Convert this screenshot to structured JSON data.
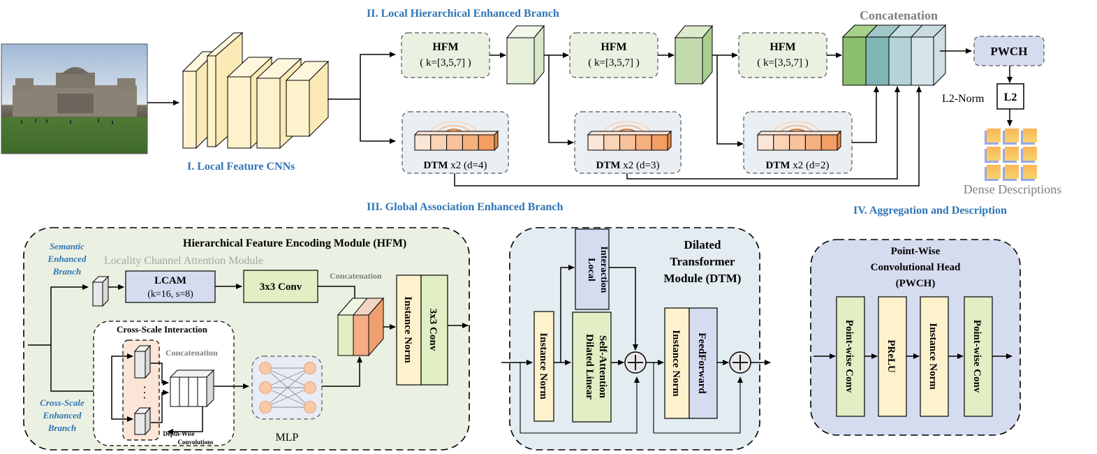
{
  "sections": {
    "local_cnns": "I.  Local Feature CNNs",
    "local_branch": "II.  Local Hierarchical Enhanced Branch",
    "global_branch": "III.  Global Association Enhanced Branch",
    "aggregation": "IV.  Aggregation and Description"
  },
  "top": {
    "hfm_label": "HFM",
    "hfm_k": "( k=[3,5,7] )",
    "dtm_bold": "DTM",
    "dtm1_rest": " x2 (d=4)",
    "dtm2_rest": " x2 (d=3)",
    "dtm3_rest": " x2 (d=2)",
    "concatenation": "Concatenation",
    "pwch": "PWCH",
    "l2": "L2",
    "l2_norm": "L2-Norm",
    "dense": "Dense Descriptions"
  },
  "hfm_module": {
    "title": "Hierarchical Feature Encoding Module (HFM)",
    "semantic": [
      "Semantic",
      "Enhanced",
      "Branch"
    ],
    "cross_branch": [
      "Cross-Scale",
      "Enhanced",
      "Branch"
    ],
    "lcam_title": "Locality Channel Attention Module",
    "lcam": "LCAM",
    "lcam_params": "(k=16, s=8)",
    "conv3": "3x3 Conv",
    "concat": "Concatenation",
    "instance_norm": "Instance Norm",
    "conv3_v": "3x3 Conv",
    "cross_interaction": "Cross-Scale Interaction",
    "concat2": "Concatenation",
    "dots": "·  ·  ·",
    "depthwise": [
      "Depth-Wise",
      "Convolutions"
    ],
    "mlp": "MLP"
  },
  "dtm_module": {
    "title": [
      "Dilated",
      "Transformer",
      "Module (DTM)"
    ],
    "instance_norm": "Instance Norm",
    "local": [
      "Local",
      "Interaction"
    ],
    "attn": [
      "Dilated Linear",
      "Self-Attention"
    ],
    "instance_norm2": "Instance Norm",
    "ff": "FeedForward"
  },
  "pwch_module": {
    "title": [
      "Point-Wise",
      "Convolutional Head",
      "(PWCH)"
    ],
    "pw1": "Point-wise Conv",
    "prelu": "PReLU",
    "in": "Instance Norm",
    "pw2": "Point-wise Conv"
  }
}
